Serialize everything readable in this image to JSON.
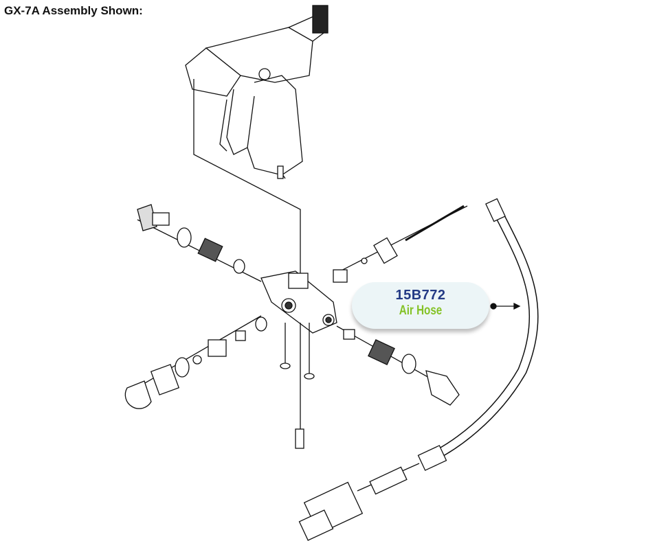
{
  "title": "GX-7A Assembly Shown:",
  "callout": {
    "part_number": "15B772",
    "part_name": "Air Hose",
    "colors": {
      "part_number": "#233a85",
      "part_name": "#84c226",
      "background": "#ecf5f7"
    }
  }
}
